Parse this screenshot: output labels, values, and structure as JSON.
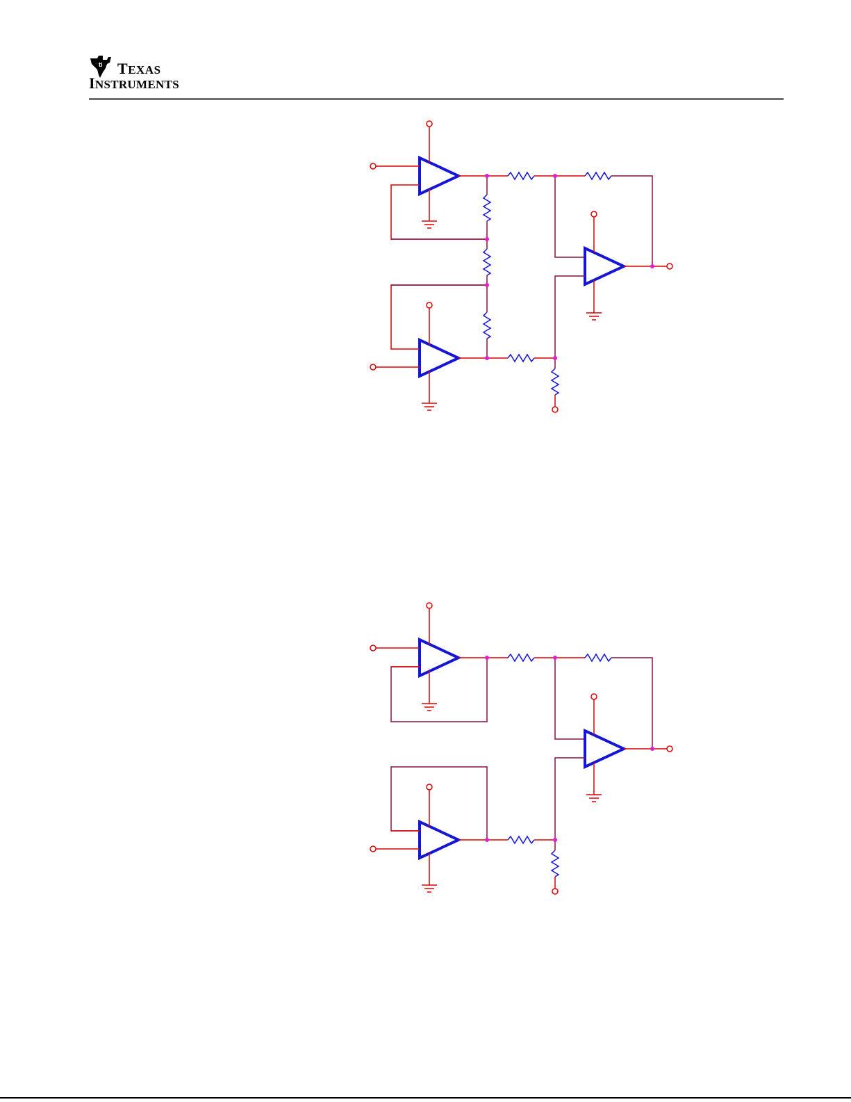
{
  "header": {
    "logo": {
      "text_line1": "Texas",
      "text_line2": "Instruments",
      "icon": "ti-map-logo-icon"
    }
  },
  "schematics": [
    {
      "description_icon": "three-op-amp-instrumentation-amplifier",
      "components": [
        "op-amp",
        "op-amp",
        "op-amp",
        "resistor",
        "resistor",
        "resistor",
        "resistor",
        "resistor",
        "resistor",
        "resistor"
      ]
    },
    {
      "description_icon": "three-op-amp-buffered-difference-amplifier",
      "components": [
        "op-amp",
        "op-amp",
        "op-amp",
        "resistor",
        "resistor",
        "resistor",
        "resistor"
      ]
    }
  ],
  "colors": {
    "wire": "#e00000",
    "wire_dark": "#8a1040",
    "component": "#1515d6",
    "node": "#e020d0",
    "header_rule": "#6e6e6e"
  }
}
